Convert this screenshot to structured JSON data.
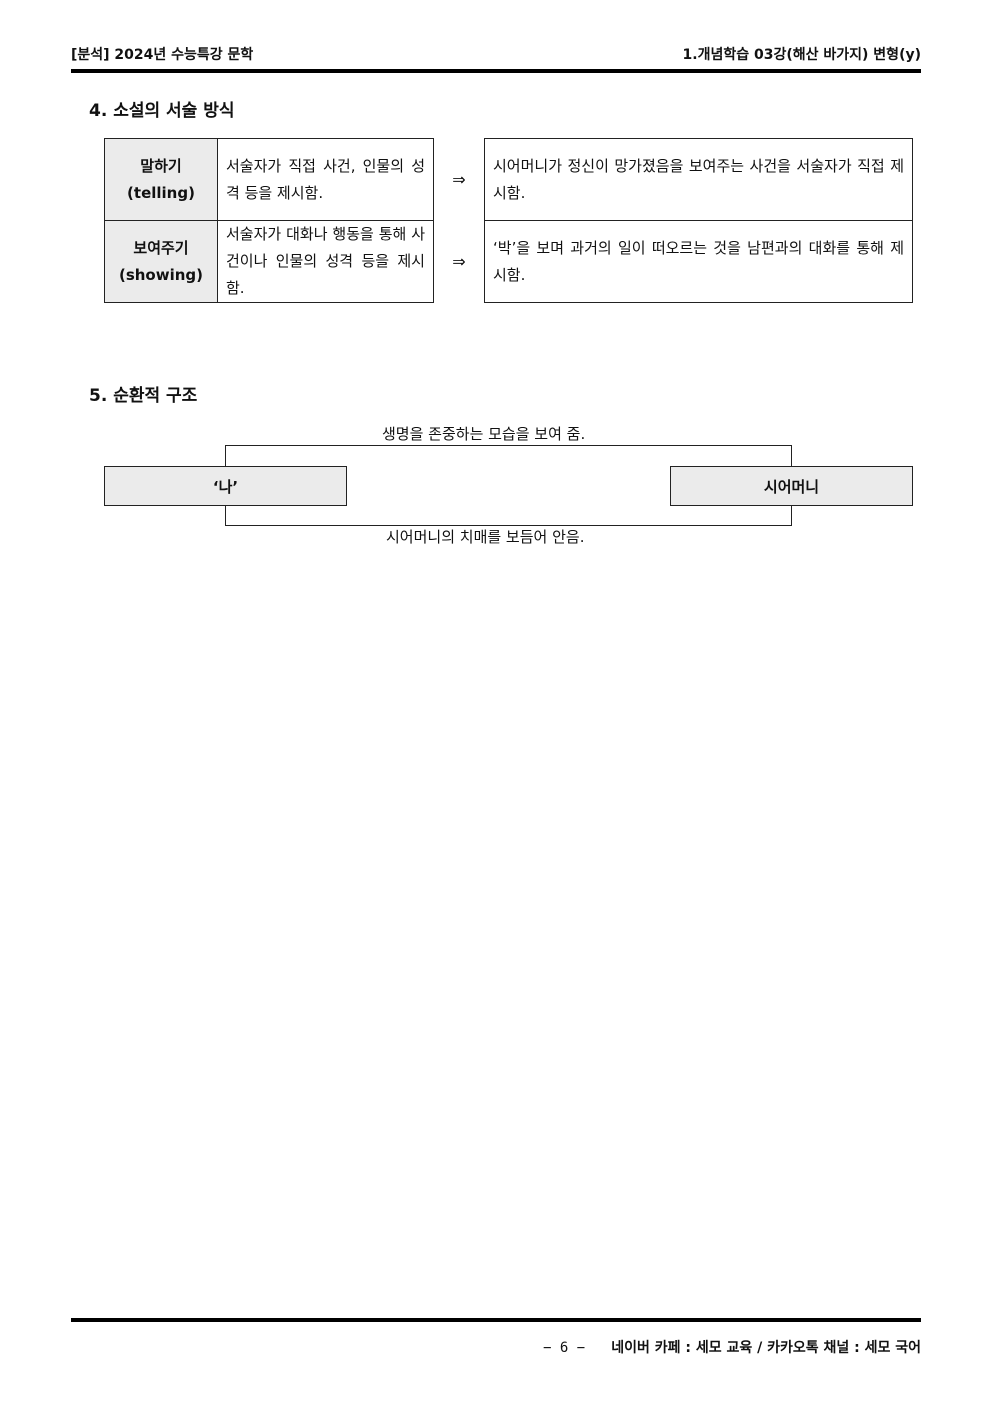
{
  "header": {
    "left": "[분석] 2024년 수능특강 문학",
    "right": "1.개념학습 03강(해산 바가지) 변형(y)"
  },
  "section4": {
    "title": "4. 소설의 서술 방식",
    "rows": [
      {
        "label_ko": "말하기",
        "label_en": "(telling)",
        "desc": "서술자가 직접 사건, 인물의 성격 등을 제시함.",
        "arrow": "⇒",
        "example": "시어머니가 정신이 망가졌음을 보여주는 사건을 서술자가 직접 제시함."
      },
      {
        "label_ko": "보여주기",
        "label_en": "(showing)",
        "desc": "서술자가 대화나 행동을 통해 사건이나 인물의 성격 등을 제시함.",
        "arrow": "⇒",
        "example": "‘박’을 보며 과거의 일이 떠오르는 것을 남편과의 대화를 통해 제시함."
      }
    ]
  },
  "section5": {
    "title": "5. 순환적 구조",
    "top_caption": "생명을 존중하는 모습을 보여 줌.",
    "bottom_caption": "시어머니의 치매를 보듬어 안음.",
    "left_node": "‘나’",
    "right_node": "시어머니"
  },
  "footer": {
    "page": "− 6 −",
    "info": "네이버 카페 : 세모 교육 / 카카오톡 채널 : 세모 국어"
  }
}
